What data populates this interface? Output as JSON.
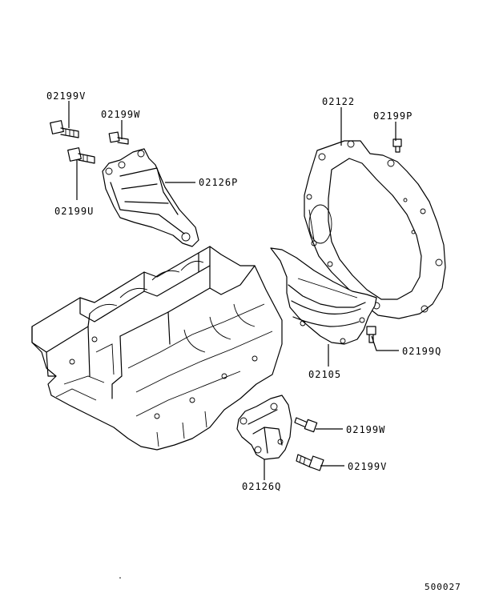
{
  "title": "Engine block mounting parts diagram",
  "callouts": {
    "p02199v_top": "02199V",
    "p02199w_top": "02199W",
    "p02199u": "02199U",
    "p02126p": "02126P",
    "p02122": "02122",
    "p02199p": "02199P",
    "p02199q": "02199Q",
    "p02105": "02105",
    "p02199w_bottom": "02199W",
    "p02199v_bottom": "02199V",
    "p02126q": "02126Q"
  },
  "diagram_code": "500027"
}
